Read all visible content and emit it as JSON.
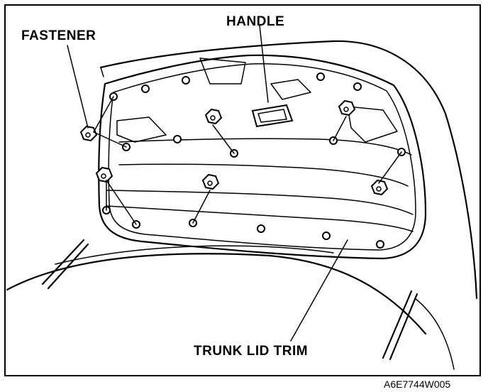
{
  "labels": {
    "fastener": "FASTENER",
    "handle": "HANDLE",
    "trunk_lid_trim": "TRUNK LID TRIM",
    "figure_code": "A6E7744W005"
  },
  "colors": {
    "line": "#000000",
    "background": "#ffffff"
  }
}
